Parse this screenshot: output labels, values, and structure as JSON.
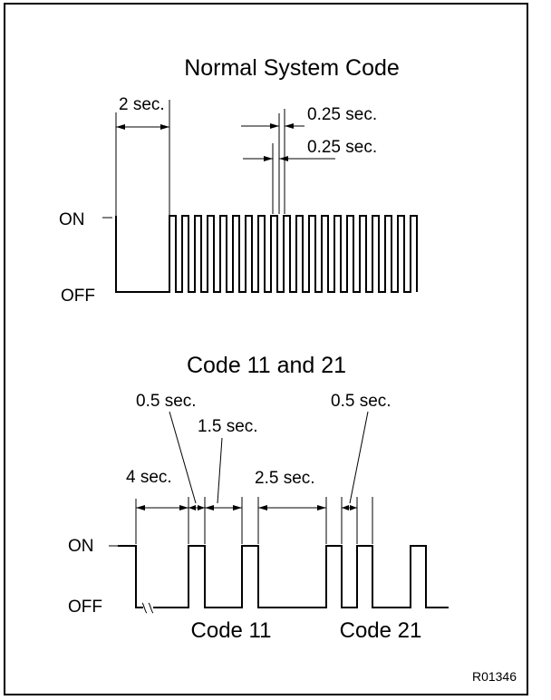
{
  "diagram": {
    "normal": {
      "title": "Normal System Code",
      "on_label": "ON",
      "off_label": "OFF",
      "dur_initial": "2 sec.",
      "dur_on": "0.25 sec.",
      "dur_off": "0.25 sec."
    },
    "codes": {
      "title": "Code 11 and 21",
      "on_label": "ON",
      "off_label": "OFF",
      "dur_pulse_1": "0.5 sec.",
      "dur_gap": "1.5 sec.",
      "dur_initial": "4 sec.",
      "dur_between": "2.5 sec.",
      "dur_pulse_2": "0.5 sec.",
      "code_11": "Code 11",
      "code_21": "Code 21"
    },
    "reference": "R01346"
  }
}
